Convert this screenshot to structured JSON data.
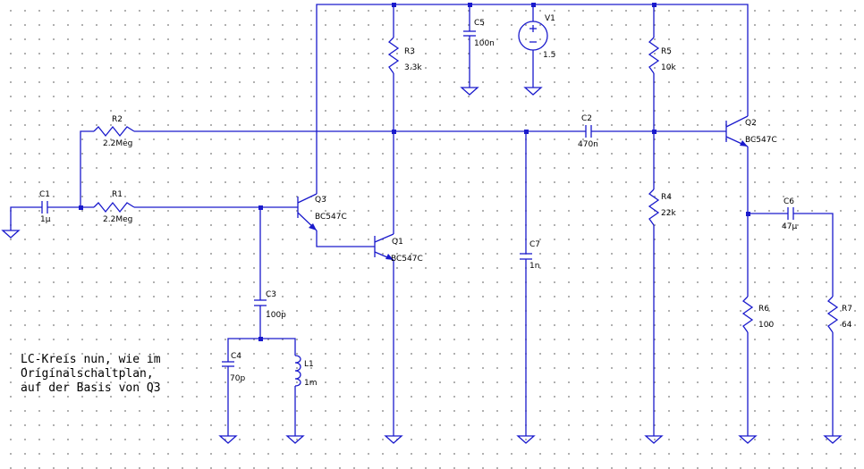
{
  "components": {
    "R1": {
      "name": "R1",
      "value": "2.2Meg"
    },
    "R2": {
      "name": "R2",
      "value": "2.2Meg"
    },
    "R3": {
      "name": "R3",
      "value": "3.3k"
    },
    "R4": {
      "name": "R4",
      "value": "22k"
    },
    "R5": {
      "name": "R5",
      "value": "10k"
    },
    "R6": {
      "name": "R6",
      "value": "100"
    },
    "R7": {
      "name": "R7",
      "value": "64"
    },
    "C1": {
      "name": "C1",
      "value": "1µ"
    },
    "C2": {
      "name": "C2",
      "value": "470n"
    },
    "C3": {
      "name": "C3",
      "value": "100p"
    },
    "C4": {
      "name": "C4",
      "value": "70p"
    },
    "C5": {
      "name": "C5",
      "value": "100n"
    },
    "C6": {
      "name": "C6",
      "value": "47µ"
    },
    "C7": {
      "name": "C7",
      "value": "1n"
    },
    "L1": {
      "name": "L1",
      "value": "1m"
    },
    "Q1": {
      "name": "Q1",
      "value": "BC547C"
    },
    "Q2": {
      "name": "Q2",
      "value": "BC547C"
    },
    "Q3": {
      "name": "Q3",
      "value": "BC547C"
    },
    "V1": {
      "name": "V1",
      "value": "1.5"
    }
  },
  "note": {
    "lines": [
      "LC-Kreis nun, wie im",
      "Originalschaltplan,",
      "auf der Basis von Q3"
    ]
  }
}
